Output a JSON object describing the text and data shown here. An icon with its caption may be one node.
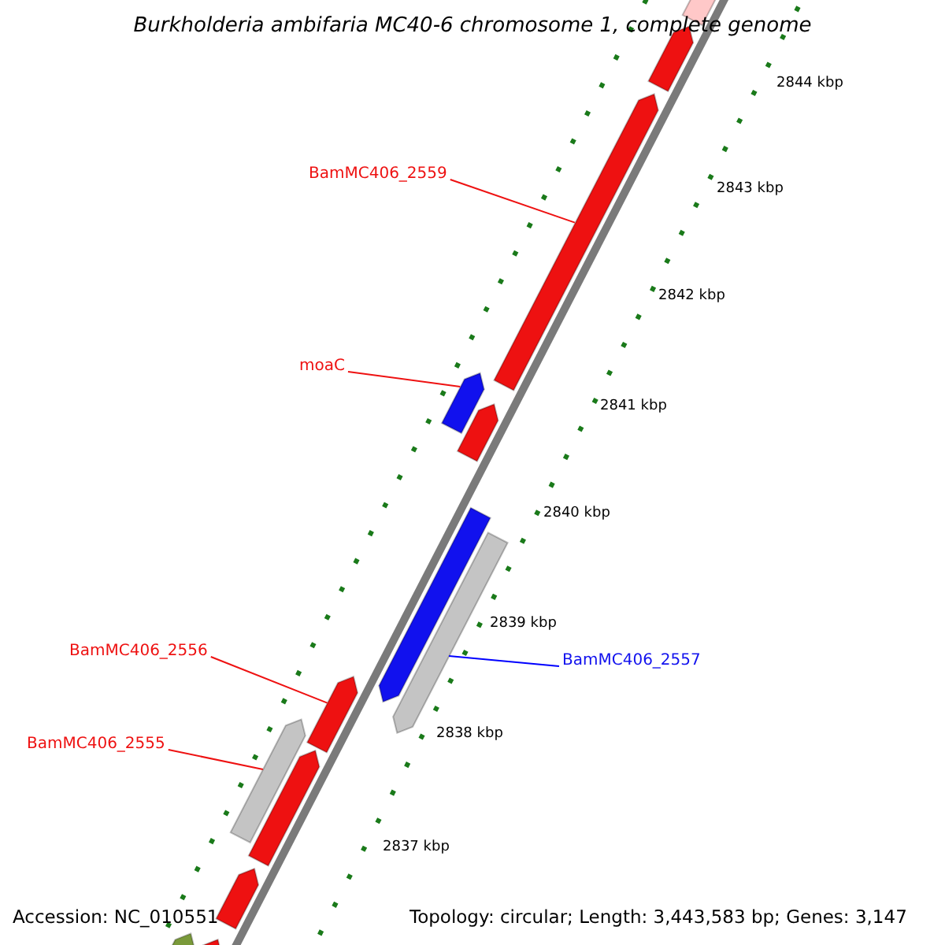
{
  "diagram": {
    "title": "Burkholderia ambifaria MC40-6 chromosome 1, complete genome",
    "nodes": [
      {
        "text": [
          "BamMC406_2559"
        ]
      },
      {
        "text": [],
        "shape": "bar"
      },
      {
        "text": [
          "moaC"
        ]
      },
      {
        "text": [],
        "shape": "bar"
      },
      {
        "text": [
          "BamMC406_2556"
        ]
      },
      {
        "text": [],
        "shape": "bar"
      },
      {
        "text": [
          "BamMC406_2555"
        ]
      },
      {
        "text": [],
        "shape": "bar"
      },
      {
        "text": [
          "BamMC406_2557"
        ]
      },
      {
        "text": [],
        "shape": "bar"
      },
      {
        "text": [],
        "shape": "bar"
      },
      {
        "text": [],
        "shape": "bar"
      },
      {
        "text": [],
        "shape": "bar"
      },
      {
        "text": [],
        "shape": "bar"
      },
      {
        "text": [],
        "shape": "bar"
      },
      {
        "text": [],
        "shape": "bar"
      },
      {
        "text": [],
        "shape": "bar"
      },
      {
        "text": [],
        "shape": "bar"
      }
    ],
    "edges": [
      {
        "from": 0,
        "to": 1,
        "arrow": "none"
      },
      {
        "from": 2,
        "to": 3,
        "arrow": "none"
      },
      {
        "from": 4,
        "to": 5,
        "arrow": "none"
      },
      {
        "from": 6,
        "to": 7,
        "arrow": "none"
      },
      {
        "from": 8,
        "to": 9,
        "arrow": "none",
        "color": "#0000ff"
      }
    ],
    "labels": [
      "2844 kbp",
      "2843 kbp",
      "2842 kbp",
      "2841 kbp",
      "2840 kbp",
      "2839 kbp",
      "2838 kbp",
      "2837 kbp",
      "Accession: NC_010551",
      "Topology: circular; Length: 3,443,583 bp; Genes: 3,147"
    ]
  }
}
